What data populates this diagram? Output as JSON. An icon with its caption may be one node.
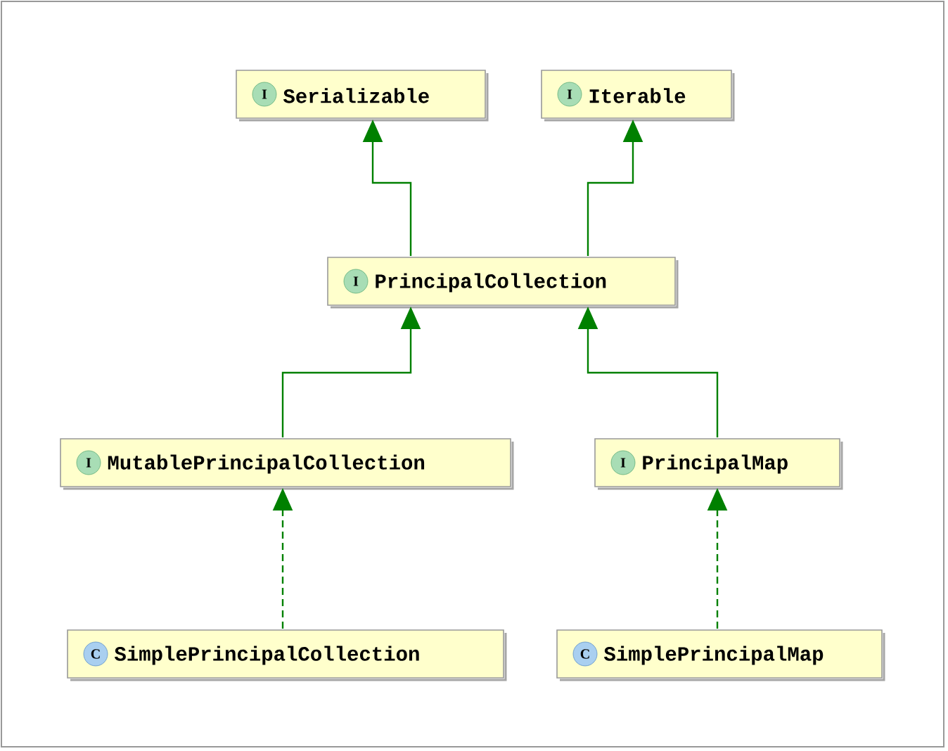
{
  "diagram": {
    "nodes": [
      {
        "text": [
          "I",
          "Serializable"
        ]
      },
      {
        "text": [
          "I",
          "Iterable"
        ]
      },
      {
        "text": [
          "I",
          "PrincipalCollection"
        ]
      },
      {
        "text": [
          "I",
          "MutablePrincipalCollection"
        ]
      },
      {
        "text": [
          "I",
          "PrincipalMap"
        ]
      },
      {
        "text": [
          "C",
          "SimplePrincipalCollection"
        ]
      },
      {
        "text": [
          "C",
          "SimplePrincipalMap"
        ]
      }
    ],
    "edges": [
      {
        "from": 2,
        "to": 0,
        "arrow": "to"
      },
      {
        "from": 2,
        "to": 1,
        "arrow": "to"
      },
      {
        "from": 3,
        "to": 2,
        "arrow": "to"
      },
      {
        "from": 4,
        "to": 2,
        "arrow": "to"
      },
      {
        "from": 5,
        "to": 3,
        "arrow": "to",
        "style": "dashed"
      },
      {
        "from": 6,
        "to": 4,
        "arrow": "to",
        "style": "dashed"
      }
    ]
  }
}
